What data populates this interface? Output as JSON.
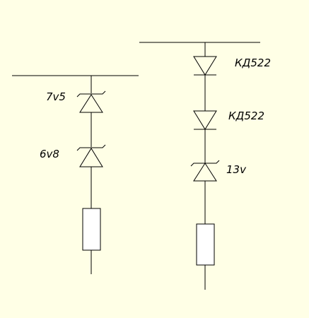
{
  "colors": {
    "background": "#FFFFE6",
    "line": "#000000",
    "resistor_fill": "#FFFFFF"
  },
  "left_branch": {
    "zener_top_label": "7v5",
    "zener_bottom_label": "6v8"
  },
  "right_branch": {
    "diode_top_label": "КД522",
    "diode_middle_label": "КД522",
    "zener_label": "13v"
  }
}
